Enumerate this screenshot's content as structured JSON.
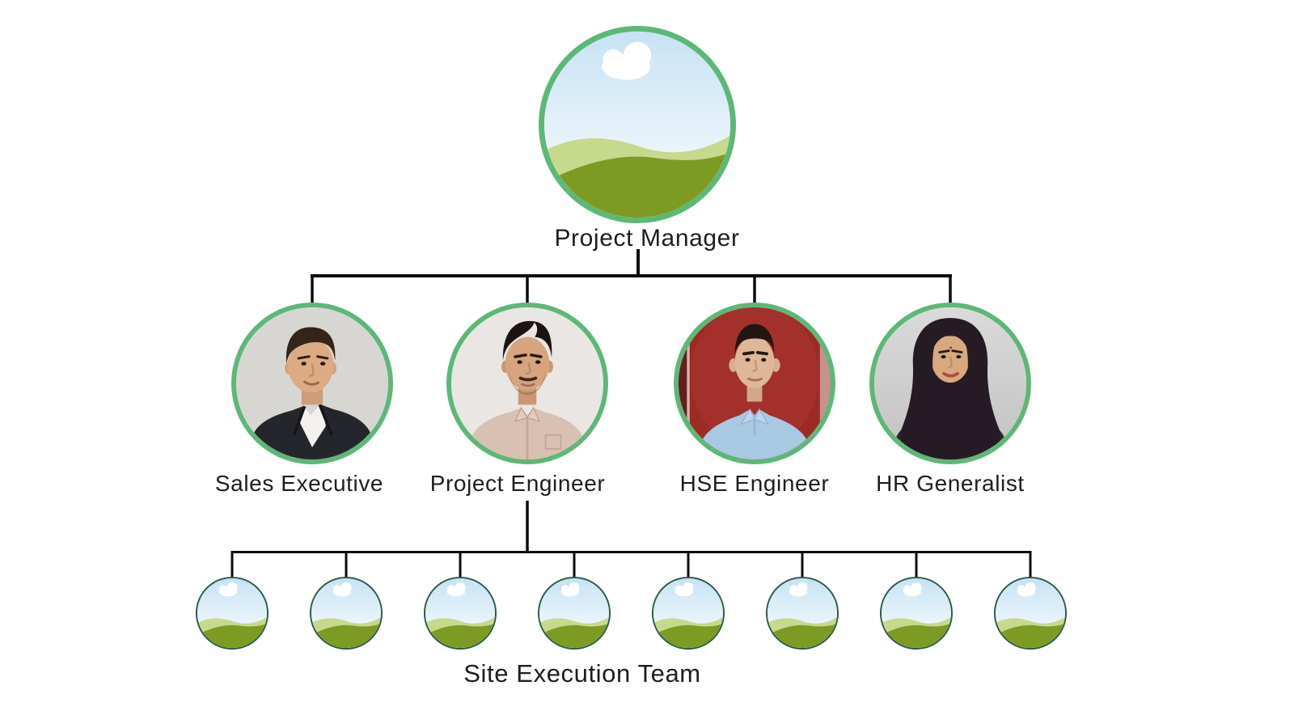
{
  "chart": {
    "root": {
      "label": "Project Manager",
      "avatar": "landscape-placeholder"
    },
    "managers": [
      {
        "id": "sales-executive",
        "label": "Sales Executive",
        "avatar": "photo-man-dark-suit"
      },
      {
        "id": "project-engineer",
        "label": "Project Engineer",
        "avatar": "photo-man-tan-shirt"
      },
      {
        "id": "hse-engineer",
        "label": "HSE Engineer",
        "avatar": "photo-man-id-red-background"
      },
      {
        "id": "hr-generalist",
        "label": "HR Generalist",
        "avatar": "photo-woman-dark-blazer"
      }
    ],
    "team": {
      "label": "Site Execution Team",
      "member_count": 8,
      "avatar": "landscape-placeholder"
    }
  },
  "colors": {
    "background": "#ffffff",
    "ring_green": "#5db878",
    "team_ring_dark_green": "#2b5c49",
    "connector_line": "#0c0c0c",
    "label_text": "#1e1e1e",
    "sky_top": "#c7e2f4",
    "sky_bottom": "#f0f8fc",
    "hill_back": "#c6d98d",
    "hill_front": "#7d9b22",
    "cloud": "#ffffff"
  }
}
